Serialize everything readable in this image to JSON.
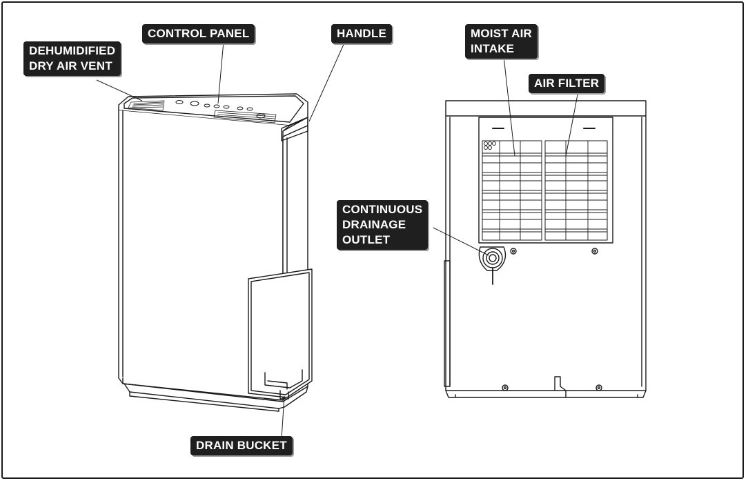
{
  "callouts": {
    "control_panel": "CONTROL PANEL",
    "handle": "HANDLE",
    "dry_air_vent_line1": "DEHUMIDIFIED",
    "dry_air_vent_line2": "DRY AIR VENT",
    "moist_air_line1": "MOIST AIR",
    "moist_air_line2": "INTAKE",
    "air_filter": "AIR FILTER",
    "drainage_line1": "CONTINUOUS",
    "drainage_line2": "DRAINAGE",
    "drainage_line3": "OUTLET",
    "drain_bucket": "DRAIN BUCKET"
  },
  "colors": {
    "label_bg": "#1f1f1f",
    "label_text": "#ffffff",
    "line": "#1a1a1a"
  }
}
